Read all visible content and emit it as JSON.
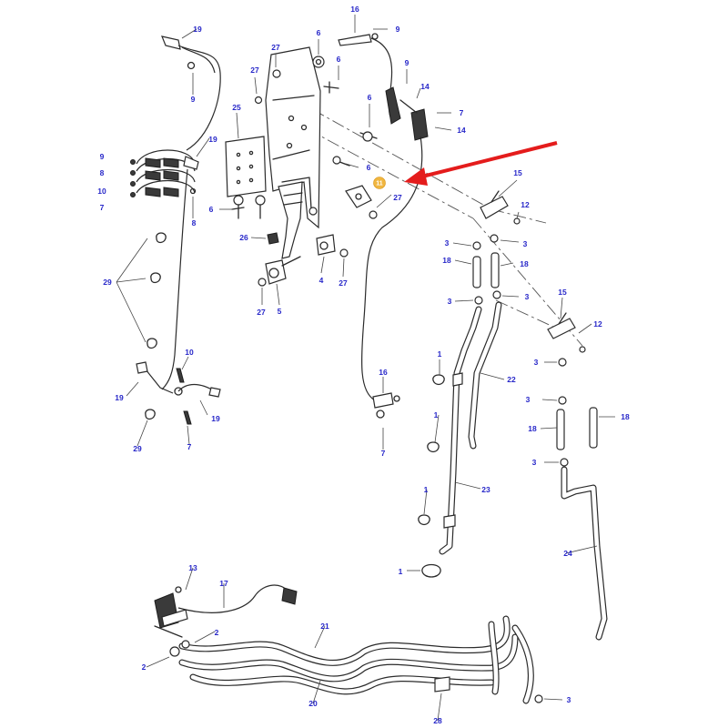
{
  "diagram": {
    "highlighted_callout": "11",
    "arrow_color": "#e41c1c",
    "callout_color": "#2727c9",
    "highlight_color": "#f0b640",
    "callouts": [
      {
        "id": "c16a",
        "label": "16"
      },
      {
        "id": "c9a",
        "label": "9"
      },
      {
        "id": "c19a",
        "label": "19"
      },
      {
        "id": "c9b",
        "label": "9"
      },
      {
        "id": "c27a",
        "label": "27"
      },
      {
        "id": "c6a",
        "label": "6"
      },
      {
        "id": "c6b",
        "label": "6"
      },
      {
        "id": "c27b",
        "label": "27"
      },
      {
        "id": "c9c",
        "label": "9"
      },
      {
        "id": "c14a",
        "label": "14"
      },
      {
        "id": "c7a",
        "label": "7"
      },
      {
        "id": "c14b",
        "label": "14"
      },
      {
        "id": "c25",
        "label": "25"
      },
      {
        "id": "c6c",
        "label": "6"
      },
      {
        "id": "c19b",
        "label": "19"
      },
      {
        "id": "c6d",
        "label": "6"
      },
      {
        "id": "c9d",
        "label": "9"
      },
      {
        "id": "c8a",
        "label": "8"
      },
      {
        "id": "c10a",
        "label": "10"
      },
      {
        "id": "c7b",
        "label": "7"
      },
      {
        "id": "c8b",
        "label": "8"
      },
      {
        "id": "c6e",
        "label": "6"
      },
      {
        "id": "c27c",
        "label": "27"
      },
      {
        "id": "c15a",
        "label": "15"
      },
      {
        "id": "c12a",
        "label": "12"
      },
      {
        "id": "c3a",
        "label": "3"
      },
      {
        "id": "c3b",
        "label": "3"
      },
      {
        "id": "c26",
        "label": "26"
      },
      {
        "id": "c18a",
        "label": "18"
      },
      {
        "id": "c18b",
        "label": "18"
      },
      {
        "id": "c4",
        "label": "4"
      },
      {
        "id": "c27d",
        "label": "27"
      },
      {
        "id": "c29a",
        "label": "29"
      },
      {
        "id": "c3c",
        "label": "3"
      },
      {
        "id": "c3d",
        "label": "3"
      },
      {
        "id": "c15b",
        "label": "15"
      },
      {
        "id": "c27e",
        "label": "27"
      },
      {
        "id": "c5",
        "label": "5"
      },
      {
        "id": "c12b",
        "label": "12"
      },
      {
        "id": "c10b",
        "label": "10"
      },
      {
        "id": "c1a",
        "label": "1"
      },
      {
        "id": "c3e",
        "label": "3"
      },
      {
        "id": "c16b",
        "label": "16"
      },
      {
        "id": "c22",
        "label": "22"
      },
      {
        "id": "c19c",
        "label": "19"
      },
      {
        "id": "c19d",
        "label": "19"
      },
      {
        "id": "c3f",
        "label": "3"
      },
      {
        "id": "c18c",
        "label": "18"
      },
      {
        "id": "c18d",
        "label": "18"
      },
      {
        "id": "c29b",
        "label": "29"
      },
      {
        "id": "c7c",
        "label": "7"
      },
      {
        "id": "c7d",
        "label": "7"
      },
      {
        "id": "c3g",
        "label": "3"
      },
      {
        "id": "c1b",
        "label": "1"
      },
      {
        "id": "c23",
        "label": "23"
      },
      {
        "id": "c1c",
        "label": "1"
      },
      {
        "id": "c24",
        "label": "24"
      },
      {
        "id": "c1d",
        "label": "1"
      },
      {
        "id": "c13",
        "label": "13"
      },
      {
        "id": "c17",
        "label": "17"
      },
      {
        "id": "c21",
        "label": "21"
      },
      {
        "id": "c2a",
        "label": "2"
      },
      {
        "id": "c2b",
        "label": "2"
      },
      {
        "id": "c20",
        "label": "20"
      },
      {
        "id": "c3h",
        "label": "3"
      },
      {
        "id": "c28",
        "label": "28"
      }
    ]
  }
}
